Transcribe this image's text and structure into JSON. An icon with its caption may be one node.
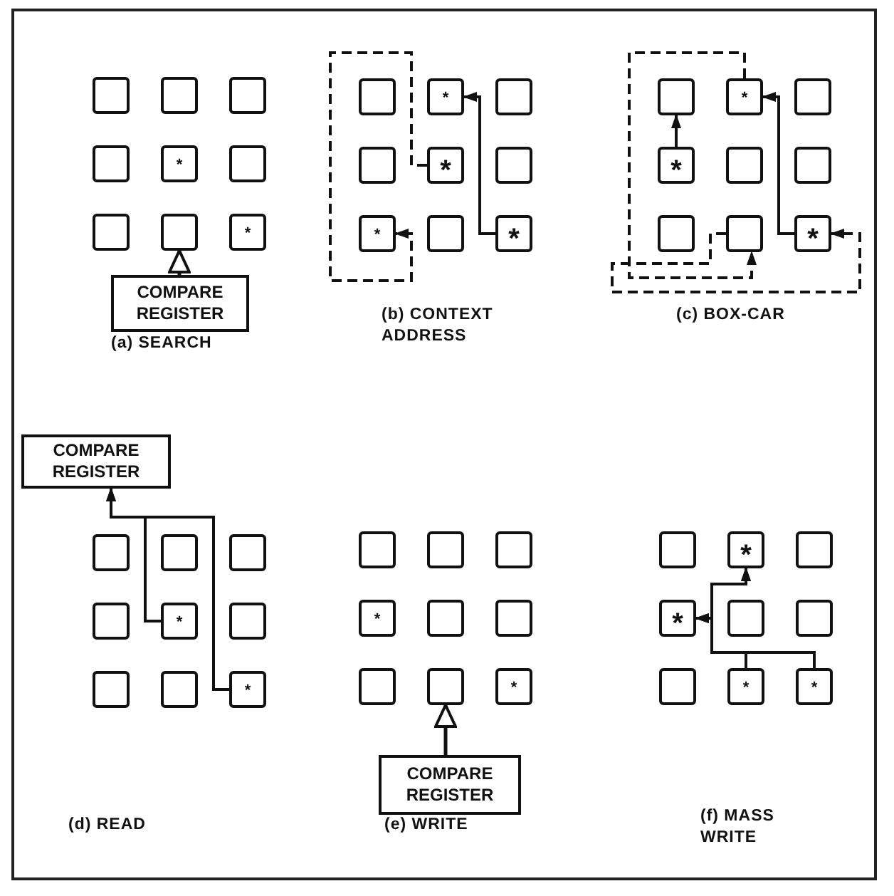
{
  "diagram": {
    "nodes": [
      {
        "text": [],
        "shape": "box"
      },
      {
        "text": [],
        "shape": "box"
      },
      {
        "text": [],
        "shape": "box"
      },
      {
        "text": [],
        "shape": "box"
      },
      {
        "text": [
          "*"
        ]
      },
      {
        "text": [],
        "shape": "box"
      },
      {
        "text": [],
        "shape": "box"
      },
      {
        "text": [],
        "shape": "box"
      },
      {
        "text": [
          "*"
        ]
      },
      {
        "text": [
          "COMPARE REGISTER"
        ]
      },
      {
        "text": [],
        "shape": "box"
      },
      {
        "text": [
          "*"
        ]
      },
      {
        "text": [],
        "shape": "box"
      },
      {
        "text": [],
        "shape": "box"
      },
      {
        "text": [
          "*"
        ]
      },
      {
        "text": [],
        "shape": "box"
      },
      {
        "text": [
          "*"
        ]
      },
      {
        "text": [],
        "shape": "box"
      },
      {
        "text": [
          "*"
        ]
      },
      {
        "text": [],
        "shape": "box"
      },
      {
        "text": [
          "*"
        ]
      },
      {
        "text": [],
        "shape": "box"
      },
      {
        "text": [
          "*"
        ]
      },
      {
        "text": [],
        "shape": "box"
      },
      {
        "text": [],
        "shape": "box"
      },
      {
        "text": [],
        "shape": "box"
      },
      {
        "text": [],
        "shape": "box"
      },
      {
        "text": [
          "*"
        ]
      },
      {
        "text": [
          "COMPARE REGISTER"
        ]
      },
      {
        "text": [],
        "shape": "box"
      },
      {
        "text": [],
        "shape": "box"
      },
      {
        "text": [],
        "shape": "box"
      },
      {
        "text": [],
        "shape": "box"
      },
      {
        "text": [
          "*"
        ]
      },
      {
        "text": [],
        "shape": "box"
      },
      {
        "text": [],
        "shape": "box"
      },
      {
        "text": [],
        "shape": "box"
      },
      {
        "text": [
          "*"
        ]
      },
      {
        "text": [],
        "shape": "box"
      },
      {
        "text": [],
        "shape": "box"
      },
      {
        "text": [],
        "shape": "box"
      },
      {
        "text": [
          "*"
        ]
      },
      {
        "text": [],
        "shape": "box"
      },
      {
        "text": [],
        "shape": "box"
      },
      {
        "text": [],
        "shape": "box"
      },
      {
        "text": [],
        "shape": "box"
      },
      {
        "text": [
          "*"
        ]
      },
      {
        "text": [
          "COMPARE REGISTER"
        ]
      },
      {
        "text": [],
        "shape": "box"
      },
      {
        "text": [
          "*"
        ]
      },
      {
        "text": [],
        "shape": "box"
      },
      {
        "text": [
          "*"
        ]
      },
      {
        "text": [],
        "shape": "box"
      },
      {
        "text": [],
        "shape": "box"
      },
      {
        "text": [],
        "shape": "box"
      },
      {
        "text": [
          "*"
        ]
      },
      {
        "text": [
          "*"
        ]
      }
    ],
    "edges": [
      {
        "from": 9,
        "to": 7,
        "arrow": "to"
      },
      {
        "from": 18,
        "to": 11,
        "arrow": "to"
      },
      {
        "from": 14,
        "to": 16,
        "arrow": "to",
        "style": "dashed"
      },
      {
        "from": 22,
        "to": 19,
        "arrow": "to"
      },
      {
        "from": 27,
        "to": 20,
        "arrow": "to"
      },
      {
        "from": 20,
        "to": 26,
        "arrow": "to",
        "style": "dashed"
      },
      {
        "from": 26,
        "to": 27,
        "arrow": "to",
        "style": "dashed"
      },
      {
        "from": 37,
        "to": 28,
        "arrow": "to"
      },
      {
        "from": 33,
        "to": 28,
        "arrow": "to"
      },
      {
        "from": 47,
        "to": 45,
        "arrow": "to"
      },
      {
        "from": 55,
        "to": 49,
        "arrow": "to"
      },
      {
        "from": 55,
        "to": 51,
        "arrow": "to"
      },
      {
        "from": 56,
        "to": 49,
        "arrow": "to"
      },
      {
        "from": 56,
        "to": 51,
        "arrow": "to"
      }
    ],
    "labels": [
      "(a) SEARCH",
      "(b) CONTEXT ADDRESS",
      "(c) BOX-CAR",
      "(d) READ",
      "(e) WRITE",
      "(f) MASS WRITE"
    ]
  }
}
